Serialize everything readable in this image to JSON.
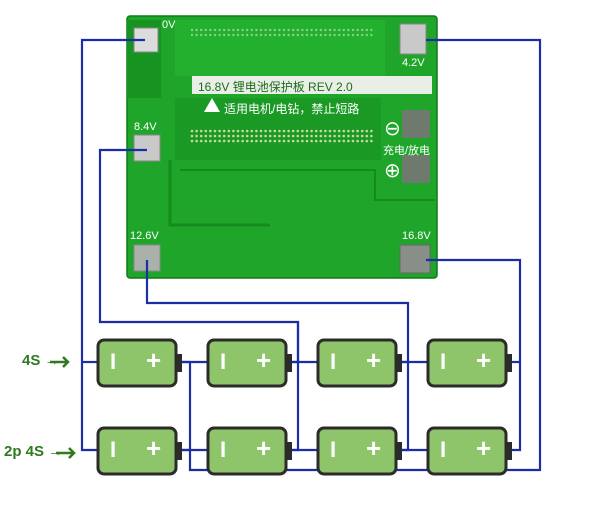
{
  "board": {
    "title": "16.8V 锂电池保护板 REV 2.0",
    "warning": "适用电机/电钻，禁止短路",
    "pads": {
      "zero_v": "0V",
      "p42": "4.2V",
      "p84": "8.4V",
      "p126": "12.6V",
      "p168": "16.8V"
    },
    "charge_label": "充电/放电",
    "minus_symbol": "⊖",
    "plus_symbol": "⊕"
  },
  "rows": [
    {
      "label": "4S →"
    },
    {
      "label": "2p 4S →"
    }
  ],
  "battery": {
    "minus_symbol": "I",
    "plus_symbol": "+"
  },
  "colors": {
    "pcb": "#1fa62a",
    "pcb_dark": "#178a22",
    "wire": "#1b2ea3",
    "battery_body": "#8fc56a",
    "battery_border": "#2b2b2b",
    "label_green": "#2f7a1f"
  }
}
